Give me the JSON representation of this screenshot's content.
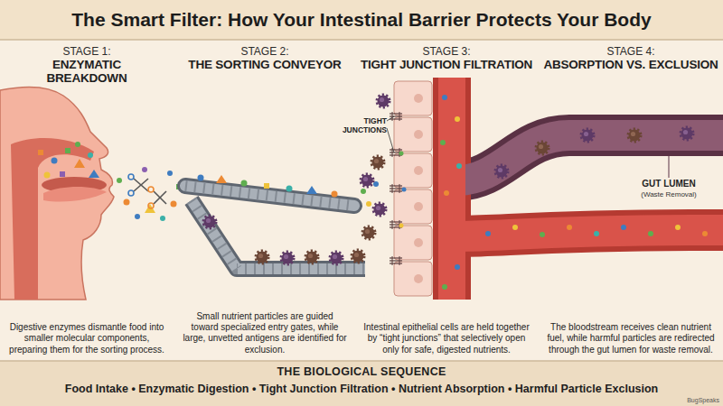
{
  "diagram": {
    "title": "The Smart Filter: How Your Intestinal Barrier Protects Your Body",
    "nodes": [
      {
        "text": [
          "STAGE 1:",
          "ENZYMATIC BREAKDOWN",
          "Digestive enzymes dismantle food into smaller molecular components, preparing them for the sorting process."
        ]
      },
      {
        "text": [
          "STAGE 2:",
          "THE SORTING CONVEYOR",
          "Small nutrient particles are guided toward specialized entry gates, while large, unvetted antigens are identified for exclusion."
        ]
      },
      {
        "text": [
          "STAGE 3:",
          "TIGHT JUNCTION FILTRATION",
          "Intestinal epithelial cells are held together by “tight junctions” that selectively open only for safe, digested nutrients."
        ]
      },
      {
        "text": [
          "STAGE 4:",
          "ABSORPTION VS. EXCLUSION",
          "The bloodstream receives clean nutrient fuel, while harmful particles are redirected through the gut lumen for waste removal."
        ]
      },
      {
        "text": [
          "THE BIOLOGICAL SEQUENCE",
          "Food Intake • Enzymatic Digestion • Tight Junction Filtration • Nutrient Absorption • Harmful Particle Exclusion"
        ]
      }
    ],
    "labels": [
      "TIGHT JUNCTIONS",
      "GUT LUMEN",
      "(Waste Removal)",
      "BugSpeaks"
    ]
  }
}
